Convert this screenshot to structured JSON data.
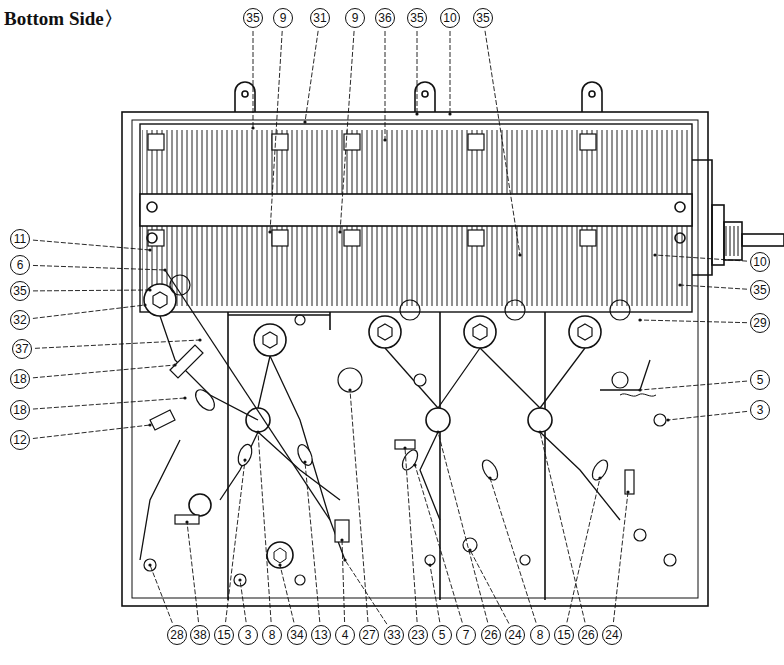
{
  "diagram": {
    "title": "Bottom Side〉",
    "labels": [
      "35",
      "9",
      "31",
      "9",
      "36",
      "35",
      "10",
      "35",
      "11",
      "6",
      "35",
      "32",
      "37",
      "18",
      "18",
      "12",
      "10",
      "35",
      "29",
      "5",
      "3",
      "28",
      "38",
      "15",
      "3",
      "8",
      "34",
      "13",
      "4",
      "27",
      "33",
      "23",
      "5",
      "7",
      "26",
      "24",
      "8",
      "15",
      "26",
      "24"
    ]
  }
}
